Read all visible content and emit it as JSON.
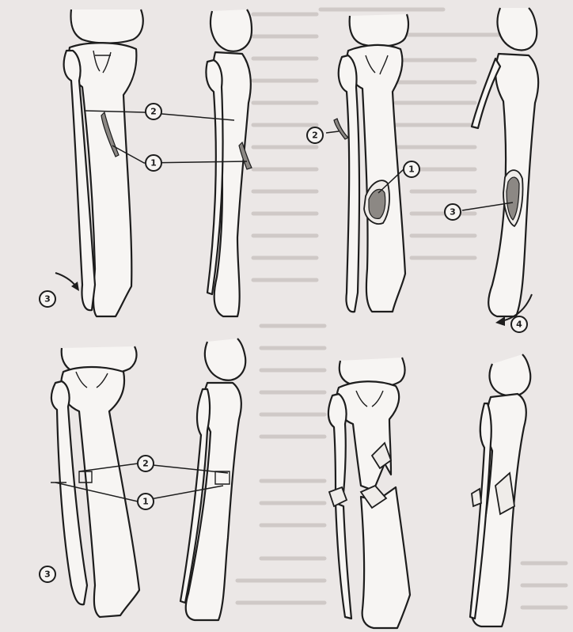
{
  "callouts": {
    "p1_one": "1",
    "p1_two": "2",
    "p1_three": "3",
    "p2_one": "1",
    "p2_two": "2",
    "p2_three": "3",
    "p2_four": "4",
    "p3_one": "1",
    "p3_two": "2",
    "p3_three": "3"
  }
}
